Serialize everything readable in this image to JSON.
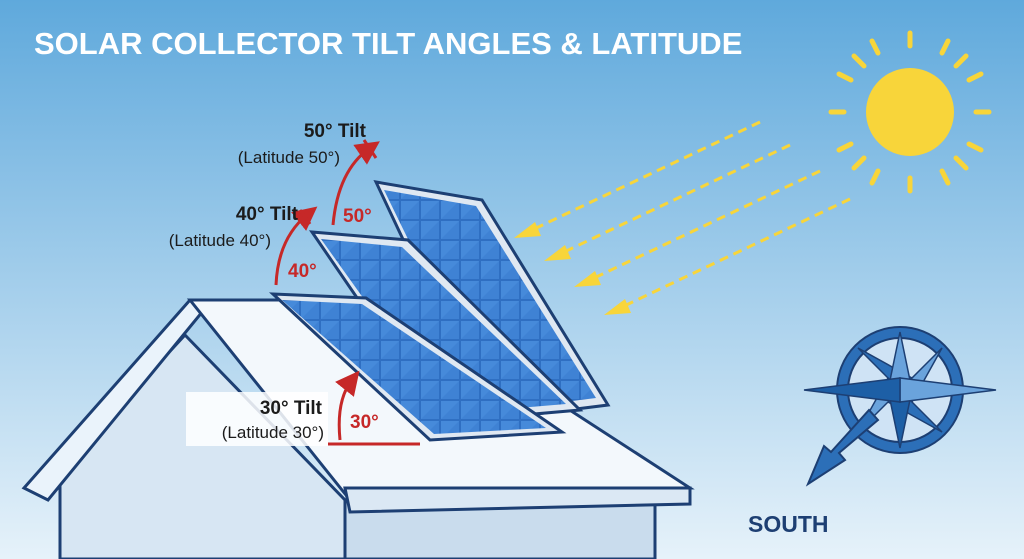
{
  "title": "SOLAR COLLECTOR TILT ANGLES & LATITUDE",
  "panels": [
    {
      "tilt_label": "50° Tilt",
      "latitude_label": "(Latitude 50°)",
      "angle_label": "50°",
      "tilt_degrees": 50
    },
    {
      "tilt_label": "40° Tilt",
      "latitude_label": "(Latitude 40°)",
      "angle_label": "40°",
      "tilt_degrees": 40
    },
    {
      "tilt_label": "30° Tilt",
      "latitude_label": "(Latitude 30°)",
      "angle_label": "30°",
      "tilt_degrees": 30
    }
  ],
  "compass": {
    "direction_label": "SOUTH",
    "icon": "compass-rose-icon"
  },
  "sun": {
    "icon": "sun-icon",
    "ray_count": 4
  },
  "colors": {
    "sky_top": "#5fa9dc",
    "sky_bottom": "#e6f2fa",
    "panel_blue": "#2f6fc2",
    "panel_frame": "#dfe8f2",
    "angle_red": "#c62828",
    "sun_yellow": "#f8d53a",
    "compass_blue": "#2c6fb8",
    "outline": "#1d3f73"
  }
}
